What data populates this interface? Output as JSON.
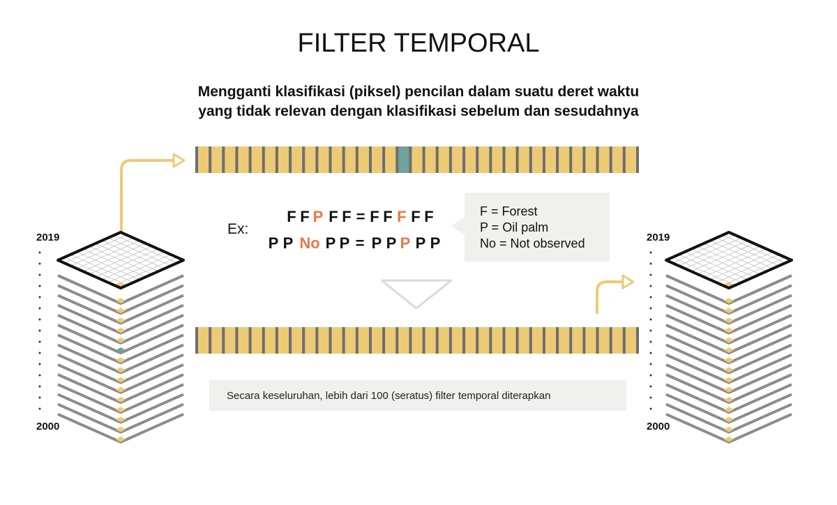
{
  "title": "FILTER TEMPORAL",
  "subtitle": {
    "line1": "Mengganti klasifikasi (piksel) pencilan dalam suatu deret waktu",
    "line2": "yang tidak relevan dengan klasifikasi sebelum dan sesudahnya"
  },
  "example": {
    "label": "Ex:",
    "rows": [
      [
        {
          "t": "F",
          "hl": false
        },
        {
          "t": "F",
          "hl": false
        },
        {
          "t": "P",
          "hl": true
        },
        {
          "t": "F",
          "hl": false
        },
        {
          "t": "F",
          "hl": false
        },
        {
          "t": "=",
          "hl": false
        },
        {
          "t": "F",
          "hl": false
        },
        {
          "t": "F",
          "hl": false
        },
        {
          "t": "F",
          "hl": true
        },
        {
          "t": "F",
          "hl": false
        },
        {
          "t": "F",
          "hl": false
        }
      ],
      [
        {
          "t": "P",
          "hl": false
        },
        {
          "t": "P",
          "hl": false
        },
        {
          "t": "No",
          "hl": true
        },
        {
          "t": "P",
          "hl": false
        },
        {
          "t": "P",
          "hl": false
        },
        {
          "t": "=",
          "hl": false
        },
        {
          "t": "P",
          "hl": false
        },
        {
          "t": "P",
          "hl": false
        },
        {
          "t": "P",
          "hl": true
        },
        {
          "t": "P",
          "hl": false
        },
        {
          "t": "P",
          "hl": false
        }
      ]
    ]
  },
  "legend": [
    "F = Forest",
    "P = Oil palm",
    "No = Not observed"
  ],
  "note": "Secara keseluruhan, lebih dari 100  (seratus) filter temporal diterapkan",
  "stacks": {
    "left": {
      "year_top": "2019",
      "year_bottom": "2000",
      "outlier_layer": 5
    },
    "right": {
      "year_top": "2019",
      "year_bottom": "2000",
      "outlier_layer": -1
    }
  },
  "timeseries": {
    "segments": 33,
    "before_outlier_index": 15,
    "after_outlier_index": -1
  },
  "colors": {
    "fill": "#EDCB76",
    "divider": "#6E6E6E",
    "outlier": "#6FA39C",
    "accent": "#E8784A",
    "arrow": "#EDCB76",
    "layer": "#8C8C8C",
    "panel": "#F0F0EE",
    "grid": "#CCCCCC"
  }
}
